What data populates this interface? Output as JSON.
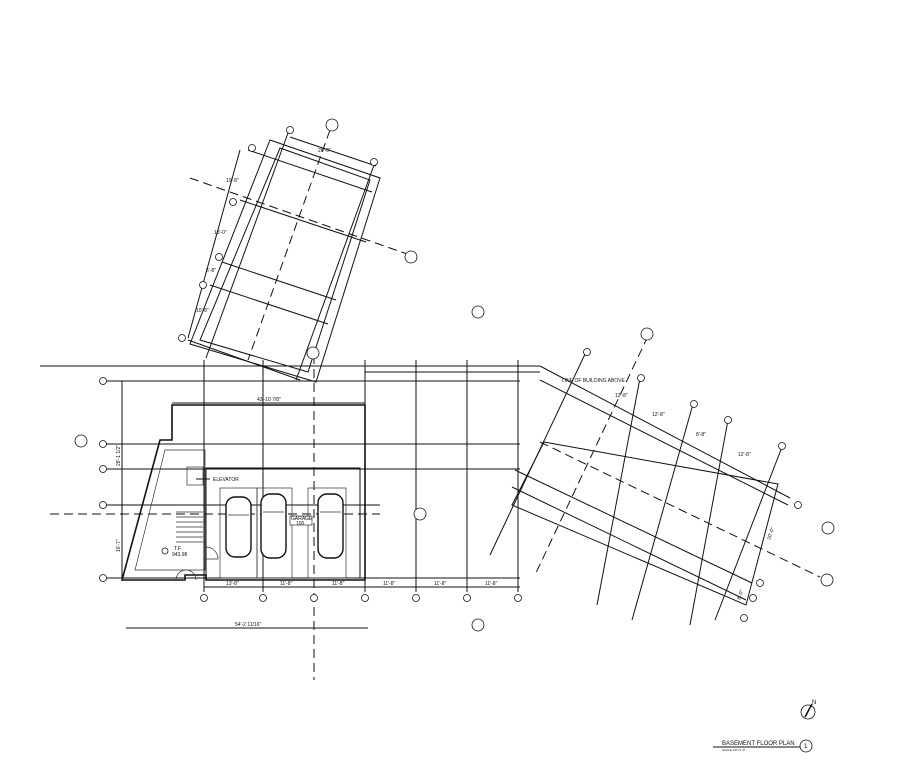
{
  "drawing": {
    "title": "BASEMENT FLOOR PLAN",
    "detail_number": "1",
    "scale_note": "SCALE  1/8\"=1'-0\"",
    "north_label": "N"
  },
  "labels": {
    "elevator": "ELEVATOR",
    "garage": "GARAGE",
    "garage_number": "100",
    "top_of_footing": "T.F.",
    "top_of_footing_elev": "943.98",
    "line_of_building": "LINE OF BUILDING ABOVE"
  },
  "dimensions": {
    "overall_width": "54'-2 11/16\"",
    "garage_width": "43'-10 7/8\"",
    "depth_upper": "28'-1 1/2\"",
    "depth_lower": "16'-7\"",
    "bays": [
      "13'-8\"",
      "11'-8\"",
      "11'-8\"",
      "11'-8\"",
      "11'-8\"",
      "11'-8\""
    ],
    "upper_building_top": "26'-0\"",
    "upper_building_sides": [
      "10'-8\"",
      "13'-0\"",
      "5'-8\"",
      "10'-8\""
    ],
    "right_building_top": [
      "12'-8\"",
      "12'-8\"",
      "8'-8\"",
      "12'-8\""
    ],
    "right_building_side": [
      "20'-0\"",
      "8'-0\""
    ]
  }
}
